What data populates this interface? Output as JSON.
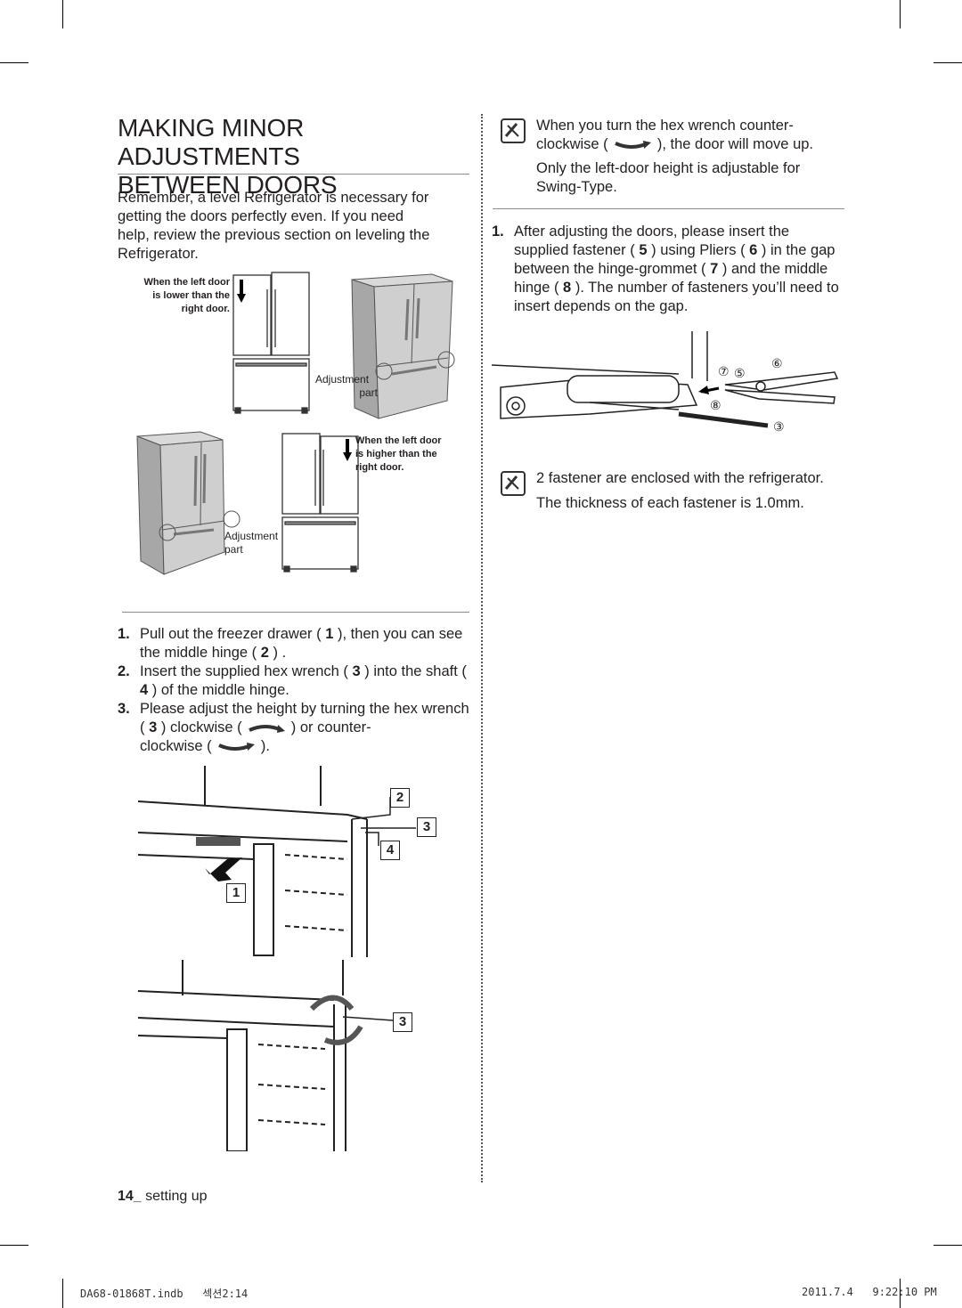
{
  "section": {
    "title_line1": "MAKING MINOR ADJUSTMENTS",
    "title_line2": "BETWEEN DOORS",
    "intro": "Remember, a level Refrigerator is necessary for getting the doors perfectly even. If you need help, review the previous section on leveling the Refrigerator."
  },
  "figure1": {
    "label_lower_1": "When the left door",
    "label_lower_2": "is lower than the",
    "label_lower_3": "right door.",
    "label_adj_1": "Adjustment",
    "label_adj_2": "part",
    "label_higher_1": "When the left door",
    "label_higher_2": "is higher than the",
    "label_higher_3": "right door.",
    "label_adj2_1": "Adjustment",
    "label_adj2_2": "part"
  },
  "steps_left": [
    {
      "num": "1.",
      "a": "Pull out the freezer drawer ( ",
      "b": "1",
      "c": " ), then you can see the middle hinge ( ",
      "d": "2",
      "e": " ) ."
    },
    {
      "num": "2.",
      "a": "Insert the supplied hex wrench ( ",
      "b": "3",
      "c": " ) into the shaft ( ",
      "d": "4",
      "e": " ) of the middle hinge."
    },
    {
      "num": "3.",
      "a": "Please adjust the height by turning the hex wrench ( ",
      "b": "3",
      "c": " ) clockwise ( ",
      "d": " ) or counter-",
      "e": "clockwise ( ",
      "f": " )."
    }
  ],
  "callouts": {
    "c1": "1",
    "c2": "2",
    "c3": "3",
    "c4": "4",
    "c3b": "3"
  },
  "note1": {
    "line1": "When you turn the hex wrench counter-",
    "line2a": "clockwise ( ",
    "line2b": " ), the door will move up.",
    "line3": "Only the left-door height is adjustable for Swing-Type."
  },
  "steps_right": [
    {
      "num": "1.",
      "text_a": "After adjusting the doors, please insert the supplied fastener ( ",
      "b5": "5",
      "text_c": " ) using Pliers ( ",
      "b6": "6",
      "text_e": " ) in the gap between the hinge-grommet ( ",
      "b7": "7",
      "text_g": " ) and the middle hinge ( ",
      "b8": "8",
      "text_i": " ). The number of fasteners you’ll need to insert depends on the gap."
    }
  ],
  "figure3": {
    "m7": "⑦",
    "m5": "⑤",
    "m6": "⑥",
    "m8": "⑧",
    "m3": "③"
  },
  "note2": {
    "line1": "2 fastener are enclosed with the refrigerator.",
    "line2": "The thickness of each fastener is 1.0mm."
  },
  "page_footer": {
    "page_number": "14_",
    "section_name": "setting up",
    "file_info": "DA68-01868T.indb   섹션2:14",
    "timestamp": "2011.7.4   9:22:10 PM"
  }
}
